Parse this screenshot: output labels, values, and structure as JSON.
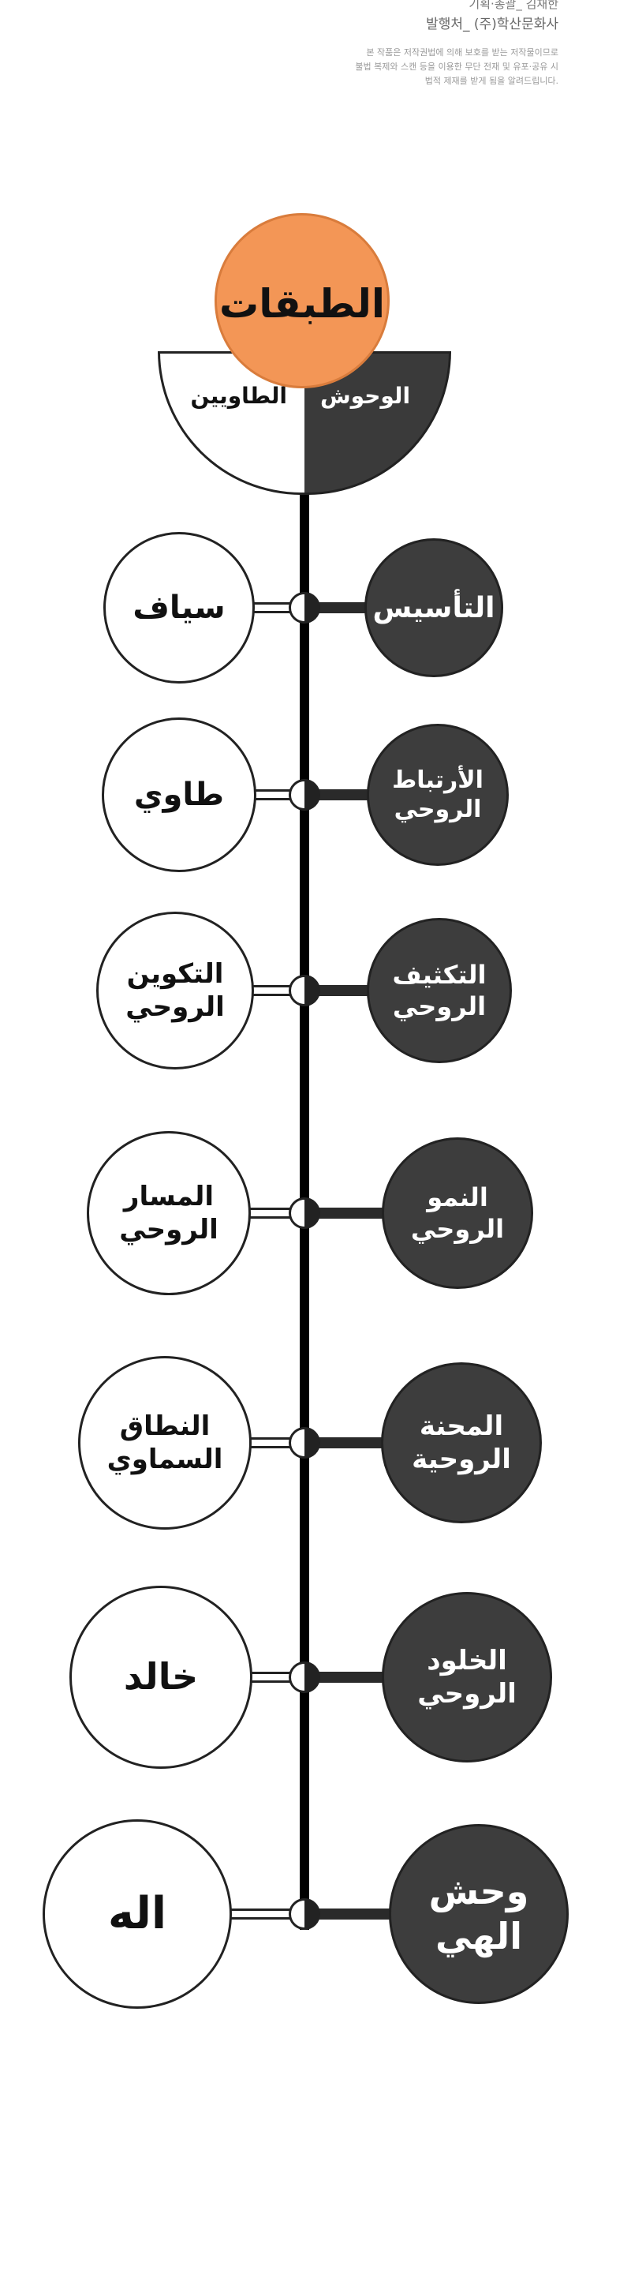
{
  "credits": {
    "line1": "기획·총괄_ 김재한",
    "line2": "발행처_ (주)학산문화사",
    "notice": [
      "본 작품은 저작권법에 의해 보호를 받는 저작물이므로",
      "불법 복제와 스캔 등을 이용한 무단 전재 및 유포·공유 시",
      "법적 제재를 받게 됨을 알려드립니다."
    ]
  },
  "hub": {
    "label": "الطبقات"
  },
  "columns": {
    "left": "الطاويين",
    "right": "الوحوش"
  },
  "rows": [
    {
      "left": "سياف",
      "right": "التأسيس"
    },
    {
      "left": "طاوي",
      "right": "الأرتباط\nالروحي"
    },
    {
      "left": "التكوين\nالروحي",
      "right": "التكثيف\nالروحي"
    },
    {
      "left": "المسار\nالروحي",
      "right": "النمو\nالروحي"
    },
    {
      "left": "النطاق\nالسماوي",
      "right": "المحنة\nالروحية"
    },
    {
      "left": "خالد",
      "right": "الخلود\nالروحي"
    },
    {
      "left": "اله",
      "right": "وحش\nالهي"
    }
  ]
}
